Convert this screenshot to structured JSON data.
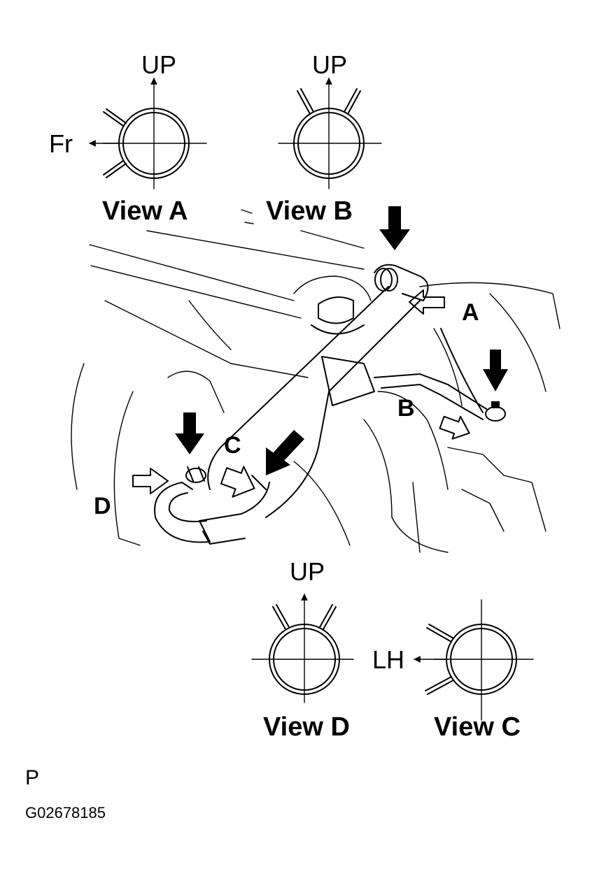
{
  "views": {
    "a": {
      "title": "View A",
      "up_label": "UP",
      "dir_label": "Fr"
    },
    "b": {
      "title": "View B",
      "up_label": "UP"
    },
    "d": {
      "title": "View D",
      "up_label": "UP"
    },
    "c": {
      "title": "View C",
      "dir_label": "LH"
    }
  },
  "callouts": {
    "a": "A",
    "b": "B",
    "c": "C",
    "d": "D"
  },
  "footer": {
    "section_code": "P",
    "figure_id": "G02678185"
  },
  "colors": {
    "ink": "#000000",
    "background": "#ffffff"
  }
}
